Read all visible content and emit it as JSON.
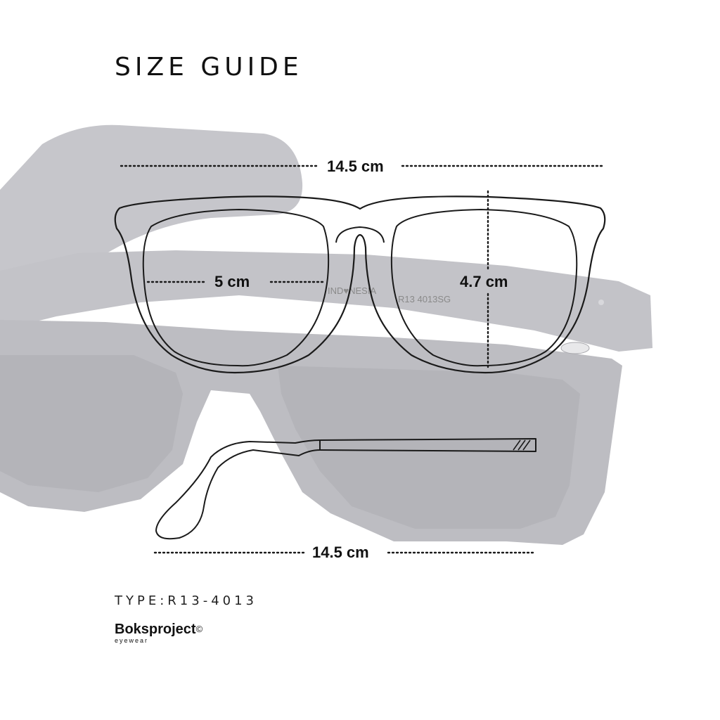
{
  "title": "SIZE GUIDE",
  "measurements": {
    "frame_width": "14.5 cm",
    "lens_width": "5 cm",
    "lens_height": "4.7 cm",
    "temple_length": "14.5 cm"
  },
  "product": {
    "type_label": "TYPE:R13-4013",
    "arm_imprint_left": "IND♥NESIA",
    "arm_imprint_right": "R13 4013SG"
  },
  "brand": {
    "name": "Boksproject",
    "mark": "©",
    "subtitle": "eyewear"
  },
  "colors": {
    "background": "#ffffff",
    "photo_gray": "#c6c6cb",
    "photo_gray_dark": "#b9b9be",
    "outline": "#1a1a1a",
    "text": "#111111"
  },
  "icons": [
    "sunglasses-photo",
    "glasses-front-outline",
    "temple-arm-outline"
  ]
}
